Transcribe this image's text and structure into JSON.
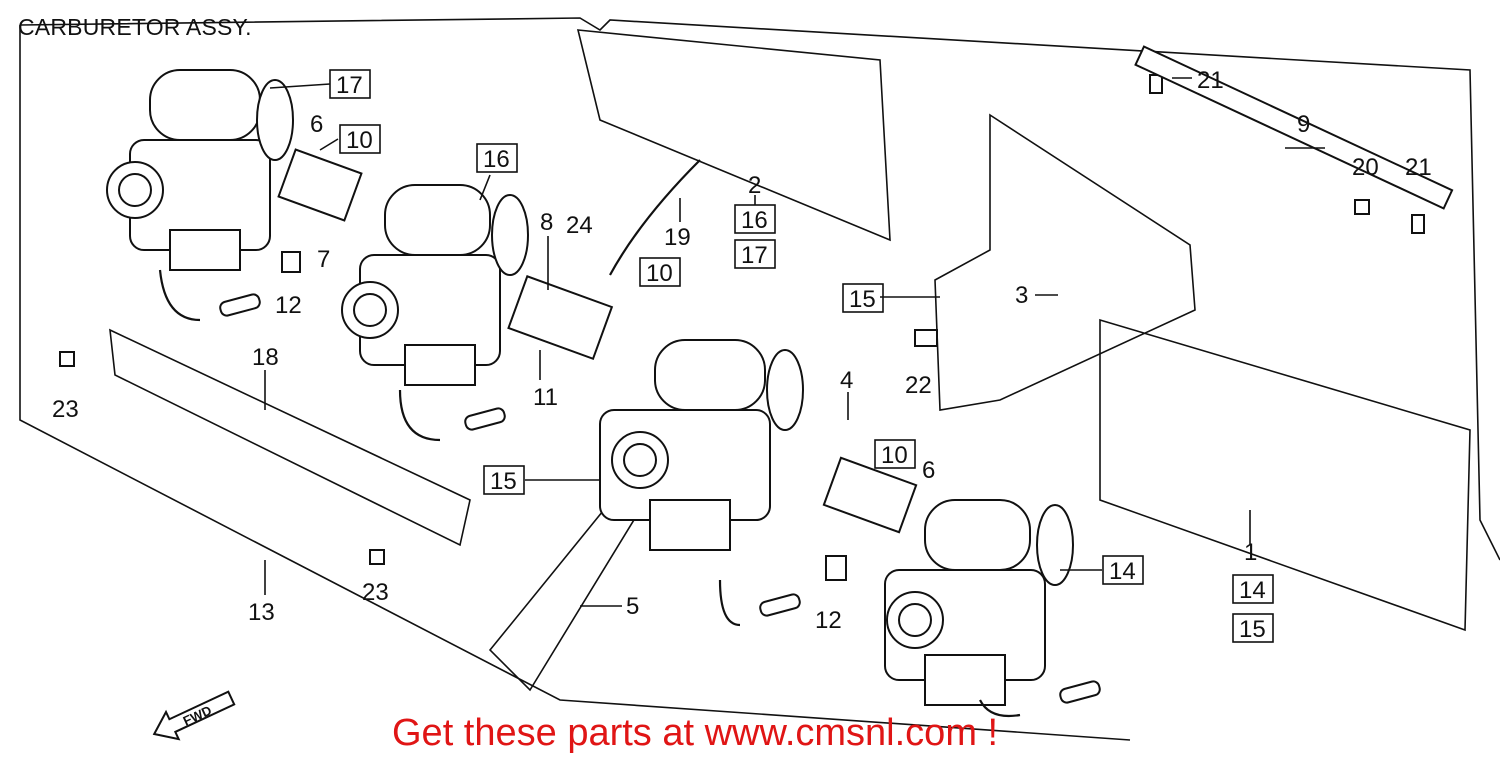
{
  "title": "CARBURETOR ASSY.",
  "footer": "Get these parts at www.cmsnl.com !",
  "fwd_label": "FWD",
  "colors": {
    "footer_text": "#e01515",
    "ink": "#111111",
    "background": "#ffffff"
  },
  "callouts": [
    {
      "id": "c17a",
      "text": "17",
      "boxed": true
    },
    {
      "id": "c6a",
      "text": "6",
      "boxed": false
    },
    {
      "id": "c10a",
      "text": "10",
      "boxed": true
    },
    {
      "id": "c7",
      "text": "7",
      "boxed": false
    },
    {
      "id": "c12a",
      "text": "12",
      "boxed": false
    },
    {
      "id": "c16a",
      "text": "16",
      "boxed": true
    },
    {
      "id": "c8",
      "text": "8",
      "boxed": false
    },
    {
      "id": "c24",
      "text": "24",
      "boxed": false
    },
    {
      "id": "c2",
      "text": "2",
      "boxed": false
    },
    {
      "id": "c16b",
      "text": "16",
      "boxed": true
    },
    {
      "id": "c17b",
      "text": "17",
      "boxed": true
    },
    {
      "id": "c19",
      "text": "19",
      "boxed": false
    },
    {
      "id": "c10b",
      "text": "10",
      "boxed": true
    },
    {
      "id": "c11",
      "text": "11",
      "boxed": false
    },
    {
      "id": "c18",
      "text": "18",
      "boxed": false
    },
    {
      "id": "c23a",
      "text": "23",
      "boxed": false
    },
    {
      "id": "c23b",
      "text": "23",
      "boxed": false
    },
    {
      "id": "c13",
      "text": "13",
      "boxed": false
    },
    {
      "id": "c15a",
      "text": "15",
      "boxed": true
    },
    {
      "id": "c5",
      "text": "5",
      "boxed": false
    },
    {
      "id": "c12b",
      "text": "12",
      "boxed": false
    },
    {
      "id": "c4",
      "text": "4",
      "boxed": false
    },
    {
      "id": "c10c",
      "text": "10",
      "boxed": true
    },
    {
      "id": "c6b",
      "text": "6",
      "boxed": false
    },
    {
      "id": "c14a",
      "text": "14",
      "boxed": true
    },
    {
      "id": "c15b",
      "text": "15",
      "boxed": true
    },
    {
      "id": "c22",
      "text": "22",
      "boxed": false
    },
    {
      "id": "c3",
      "text": "3",
      "boxed": false
    },
    {
      "id": "c21a",
      "text": "21",
      "boxed": false
    },
    {
      "id": "c9",
      "text": "9",
      "boxed": false
    },
    {
      "id": "c20",
      "text": "20",
      "boxed": false
    },
    {
      "id": "c21b",
      "text": "21",
      "boxed": false
    },
    {
      "id": "c1",
      "text": "1",
      "boxed": false
    },
    {
      "id": "c14b",
      "text": "14",
      "boxed": true
    },
    {
      "id": "c15c",
      "text": "15",
      "boxed": true
    }
  ]
}
